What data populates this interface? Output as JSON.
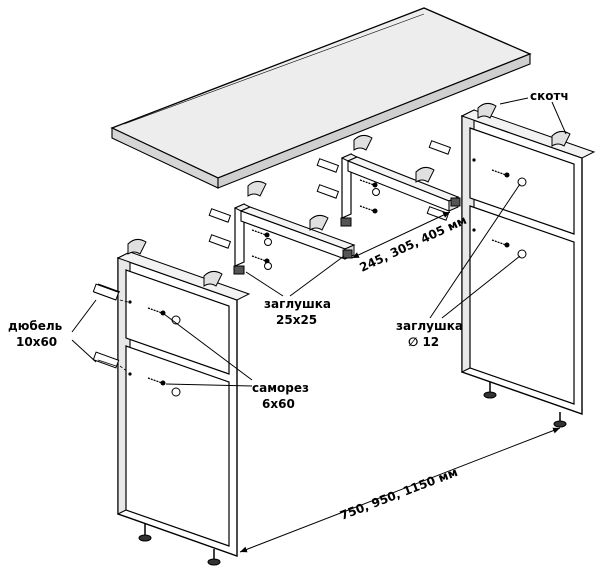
{
  "labels": {
    "tape": "скотч",
    "dowel_line1": "дюбель",
    "dowel_line2": "10х60",
    "cap_square_line1": "заглушка",
    "cap_square_line2": "25х25",
    "cap_round_line1": "заглушка",
    "cap_round_line2": "∅ 12",
    "screw_line1": "саморез",
    "screw_line2": "6х60",
    "width_dim": "750, 950, 1150 мм",
    "bracket_dim": "245, 305, 405 мм"
  }
}
